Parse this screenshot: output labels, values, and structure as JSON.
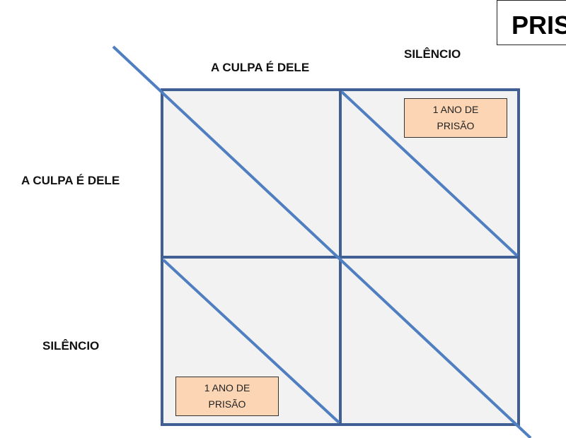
{
  "title": "PRIS",
  "columns": [
    "A CULPA É DELE",
    "SILÊNCIO"
  ],
  "rows": [
    "A CULPA É DELE",
    "SILÊNCIO"
  ],
  "cells": {
    "top_right": {
      "line1": "1 ANO DE",
      "line2": "PRISÃO"
    },
    "bottom_left": {
      "line1": "1 ANO DE",
      "line2": "PRISÃO"
    }
  },
  "colors": {
    "grid": "#3f5f95",
    "cell_fill": "#f2f2f2",
    "diagonal": "#4f7fc0",
    "payoff_fill": "#fcd5b4"
  }
}
